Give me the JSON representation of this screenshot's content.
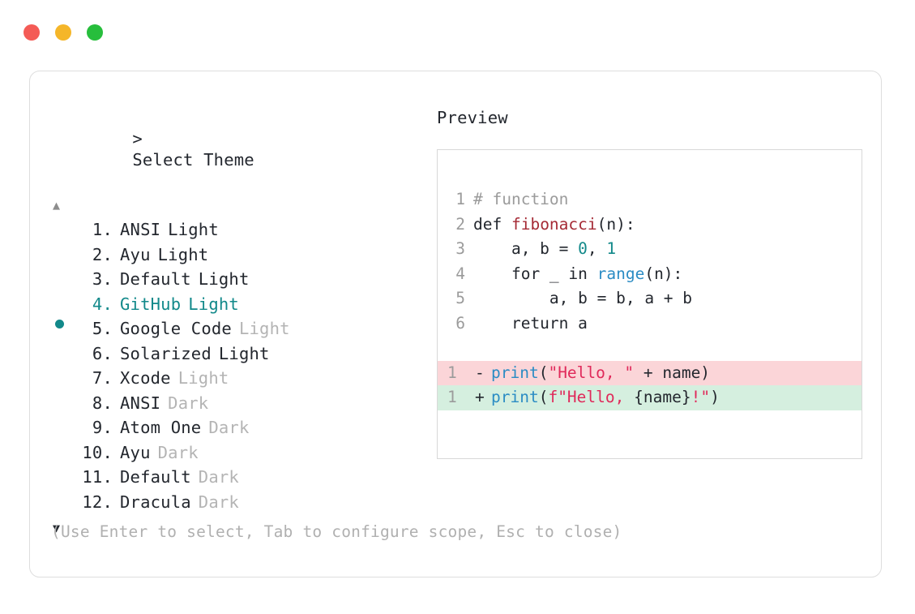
{
  "window": {
    "traffic_lights": [
      {
        "name": "close-button",
        "color": "#f45b56"
      },
      {
        "name": "minimize-button",
        "color": "#f5b629"
      },
      {
        "name": "maximize-button",
        "color": "#27be3c"
      }
    ]
  },
  "prompt": {
    "caret": ">",
    "title": "Select Theme"
  },
  "scroll": {
    "up": "▲",
    "down": "▼"
  },
  "accent_color": "#12898a",
  "themes": [
    {
      "index": "1.",
      "name": "ANSI",
      "variant": "Light",
      "variant_muted": false,
      "selected": false
    },
    {
      "index": "2.",
      "name": "Ayu",
      "variant": "Light",
      "variant_muted": false,
      "selected": false
    },
    {
      "index": "3.",
      "name": "Default",
      "variant": "Light",
      "variant_muted": false,
      "selected": false
    },
    {
      "index": "4.",
      "name": "GitHub",
      "variant": "Light",
      "variant_muted": false,
      "selected": true
    },
    {
      "index": "5.",
      "name": "Google Code",
      "variant": "Light",
      "variant_muted": true,
      "selected": false
    },
    {
      "index": "6.",
      "name": "Solarized",
      "variant": "Light",
      "variant_muted": false,
      "selected": false
    },
    {
      "index": "7.",
      "name": "Xcode",
      "variant": "Light",
      "variant_muted": true,
      "selected": false
    },
    {
      "index": "8.",
      "name": "ANSI",
      "variant": "Dark",
      "variant_muted": true,
      "selected": false
    },
    {
      "index": "9.",
      "name": "Atom One",
      "variant": "Dark",
      "variant_muted": true,
      "selected": false
    },
    {
      "index": "10.",
      "name": "Ayu",
      "variant": "Dark",
      "variant_muted": true,
      "selected": false
    },
    {
      "index": "11.",
      "name": "Default",
      "variant": "Dark",
      "variant_muted": true,
      "selected": false
    },
    {
      "index": "12.",
      "name": "Dracula",
      "variant": "Dark",
      "variant_muted": true,
      "selected": false
    }
  ],
  "hint": "(Use Enter to select, Tab to configure scope, Esc to close)",
  "preview": {
    "label": "Preview",
    "code_lines": [
      {
        "gutter": "1",
        "tokens": [
          {
            "t": "# function",
            "c": "tok-comment"
          }
        ]
      },
      {
        "gutter": "2",
        "tokens": [
          {
            "t": "def ",
            "c": "tok-plain"
          },
          {
            "t": "fibonacci",
            "c": "tok-fn"
          },
          {
            "t": "(n):",
            "c": "tok-plain"
          }
        ]
      },
      {
        "gutter": "3",
        "tokens": [
          {
            "t": "    a, b = ",
            "c": "tok-plain"
          },
          {
            "t": "0",
            "c": "tok-num"
          },
          {
            "t": ", ",
            "c": "tok-plain"
          },
          {
            "t": "1",
            "c": "tok-num"
          }
        ]
      },
      {
        "gutter": "4",
        "tokens": [
          {
            "t": "    for _ in ",
            "c": "tok-plain"
          },
          {
            "t": "range",
            "c": "tok-call"
          },
          {
            "t": "(n):",
            "c": "tok-plain"
          }
        ]
      },
      {
        "gutter": "5",
        "tokens": [
          {
            "t": "        a, b = b, a + b",
            "c": "tok-plain"
          }
        ]
      },
      {
        "gutter": "6",
        "tokens": [
          {
            "t": "    return a",
            "c": "tok-plain"
          }
        ]
      }
    ],
    "diff_lines": [
      {
        "gutter": "1",
        "sign": "-",
        "kind": "diff-del",
        "bg": "#fbd5d8",
        "tokens": [
          {
            "t": "print",
            "c": "tok-call"
          },
          {
            "t": "(",
            "c": "tok-plain"
          },
          {
            "t": "\"Hello, \"",
            "c": "tok-str"
          },
          {
            "t": " + name)",
            "c": "tok-plain"
          }
        ]
      },
      {
        "gutter": "1",
        "sign": "+",
        "kind": "diff-add",
        "bg": "#d5efdf",
        "tokens": [
          {
            "t": "print",
            "c": "tok-call"
          },
          {
            "t": "(",
            "c": "tok-plain"
          },
          {
            "t": "f\"Hello, ",
            "c": "tok-str"
          },
          {
            "t": "{name}",
            "c": "tok-plain"
          },
          {
            "t": "!\"",
            "c": "tok-str"
          },
          {
            "t": ")",
            "c": "tok-plain"
          }
        ]
      }
    ]
  }
}
